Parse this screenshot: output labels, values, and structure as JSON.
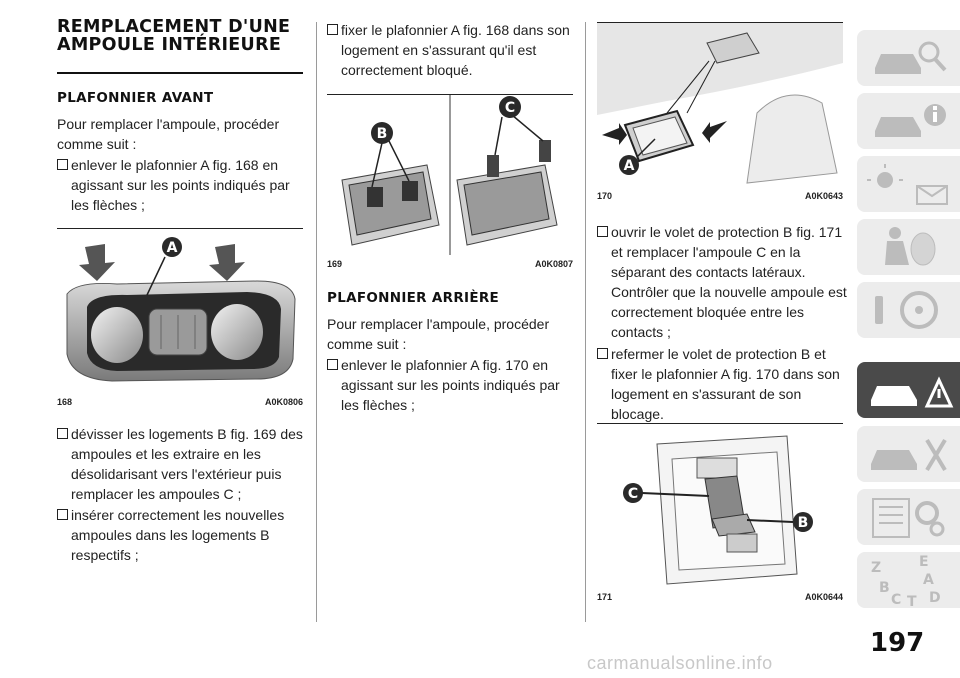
{
  "title": "REMPLACEMENT D'UNE AMPOULE INTÉRIEURE",
  "section1": {
    "heading": "PLAFONNIER AVANT",
    "intro": "Pour remplacer l'ampoule, procéder comme suit :",
    "bullet1": "enlever le plafonnier A fig. 168 en agissant sur les points indiqués par les flèches ;",
    "bullet2": "dévisser les logements B fig. 169 des ampoules et les extraire en les désolidarisant vers l'extérieur puis remplacer les ampoules C ;",
    "bullet3": "insérer correctement les nouvelles ampoules dans les logements B respectifs ;",
    "bullet4": "fixer le plafonnier A fig. 168 dans son logement en s'assurant qu'il est correctement bloqué."
  },
  "section2": {
    "heading": "PLAFONNIER ARRIÈRE",
    "intro": "Pour remplacer l'ampoule, procéder comme suit :",
    "bullet1": "enlever le plafonnier A fig. 170 en agissant sur les points indiqués par les flèches ;",
    "bullet2": "ouvrir le volet de protection B fig. 171 et remplacer l'ampoule C en la séparant des contacts latéraux. Contrôler que la nouvelle ampoule est correctement bloquée entre les contacts ;",
    "bullet3": "refermer le volet de protection B et fixer le plafonnier A fig. 170 dans son logement en s'assurant de son blocage."
  },
  "figures": {
    "f168": {
      "num": "168",
      "code": "A0K0806",
      "label_a": "A"
    },
    "f169": {
      "num": "169",
      "code": "A0K0807",
      "label_b": "B",
      "label_c": "C"
    },
    "f170": {
      "num": "170",
      "code": "A0K0643",
      "label_a": "A"
    },
    "f171": {
      "num": "171",
      "code": "A0K0644",
      "label_c": "C",
      "label_b": "B"
    }
  },
  "sidebar": {
    "tabs": [
      "car-search-icon",
      "car-info-icon",
      "warning-lights-icon",
      "airbag-icon",
      "steering-key-icon",
      "car-breakdown-icon",
      "car-service-icon",
      "settings-list-icon",
      "index-icon"
    ],
    "index_letters": [
      "Z",
      "E",
      "B",
      "A",
      "C",
      "T",
      "D"
    ]
  },
  "page_number": "197",
  "watermark": "carmanualsonline.info"
}
